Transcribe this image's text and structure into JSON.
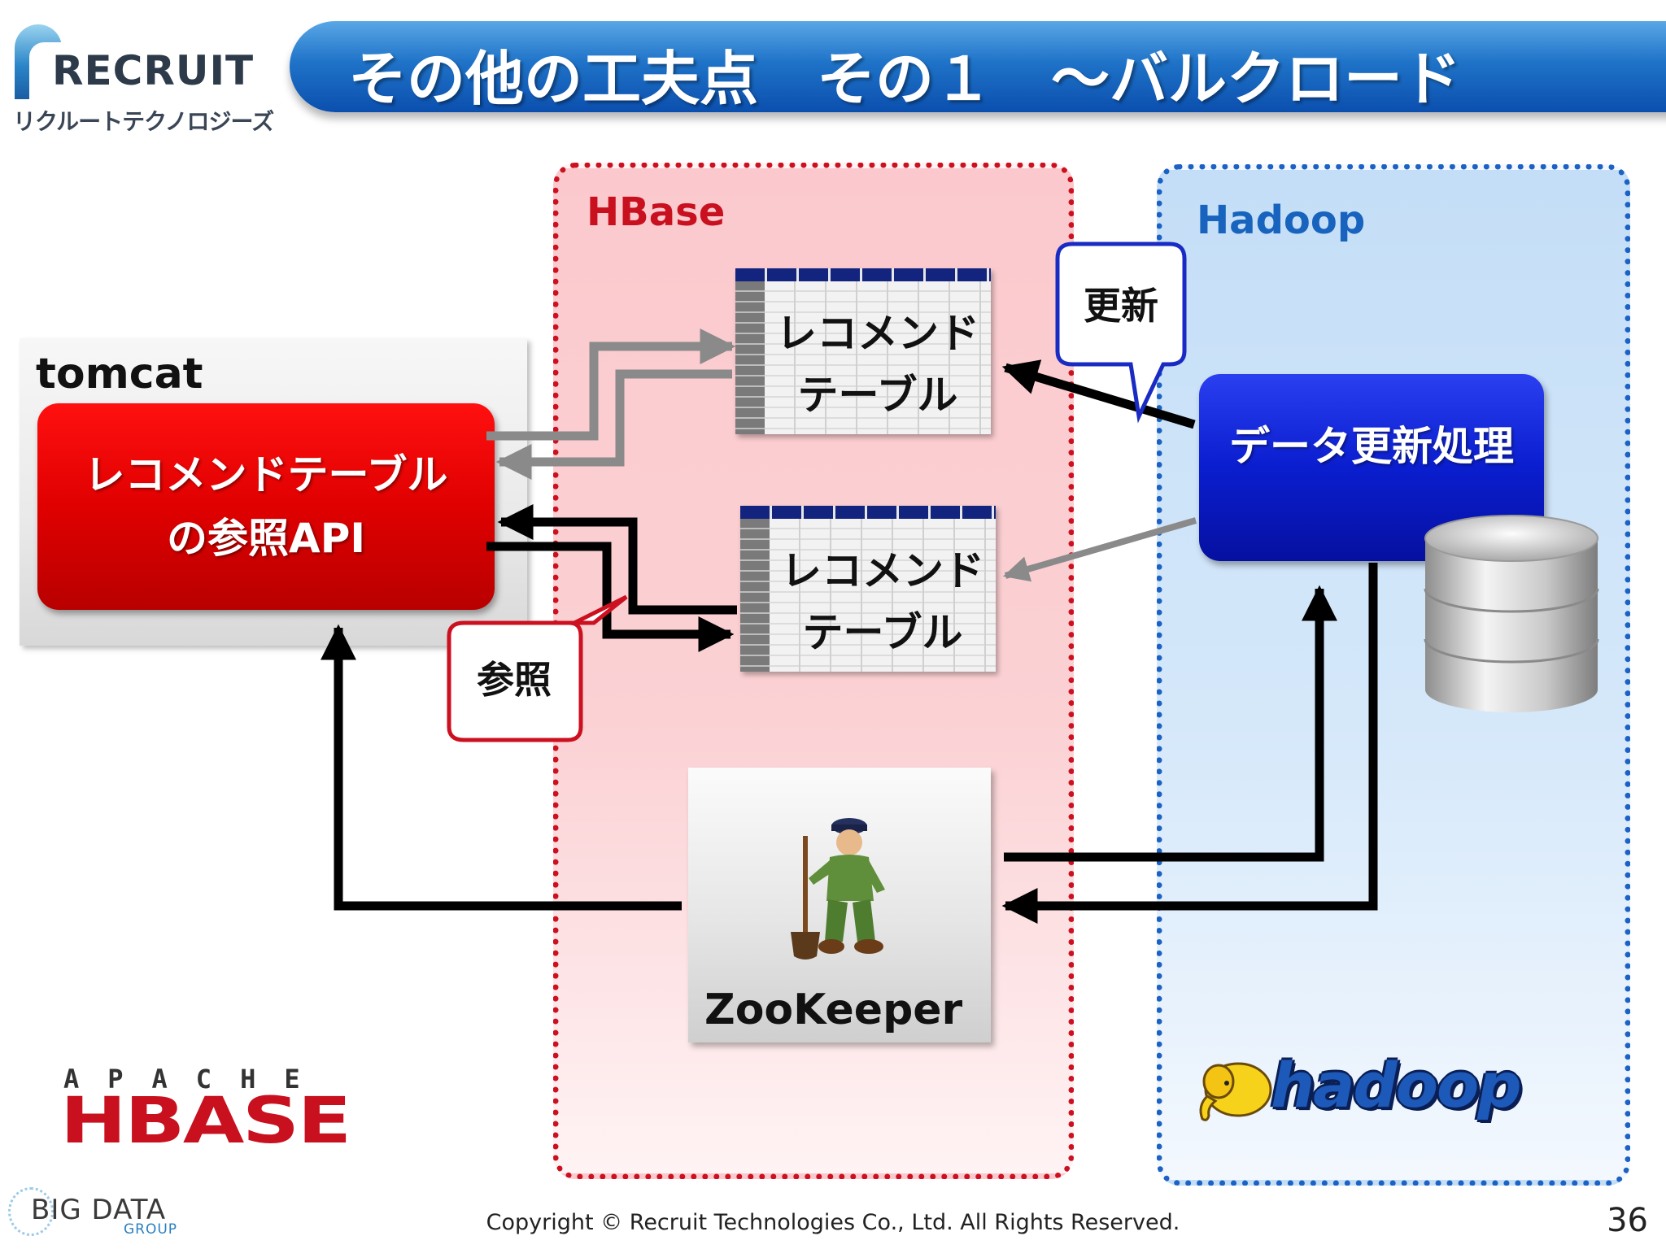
{
  "header": {
    "logo_wordmark": "RECRUIT",
    "logo_subtitle": "リクルートテクノロジーズ",
    "title": "その他の工夫点　その１　～バルクロード"
  },
  "regions": {
    "hbase_label": "HBase",
    "hadoop_label": "Hadoop"
  },
  "tomcat": {
    "label": "tomcat",
    "api_line1": "レコメンドテーブル",
    "api_line2": "の参照API"
  },
  "tables": [
    {
      "line1": "レコメンド",
      "line2": "テーブル"
    },
    {
      "line1": "レコメンド",
      "line2": "テーブル"
    }
  ],
  "hadoop_process": {
    "label": "データ更新処理"
  },
  "zookeeper": {
    "label": "ZooKeeper"
  },
  "callouts": {
    "update": "更新",
    "reference": "参照"
  },
  "logos": {
    "apache": "APACHE",
    "hbase": "HBASE",
    "hadoop": "hadoop",
    "bigdata": "BIG DATA",
    "bigdata_group": "GROUP"
  },
  "footer": {
    "copyright": "Copyright © Recruit Technologies Co., Ltd. All Rights Reserved.",
    "page_number": "36"
  },
  "colors": {
    "title_bar": "#1f73c8",
    "hbase_accent": "#c8101e",
    "hadoop_accent": "#1763bd",
    "api_box": "#e00000",
    "process_box": "#0a1ecf"
  }
}
